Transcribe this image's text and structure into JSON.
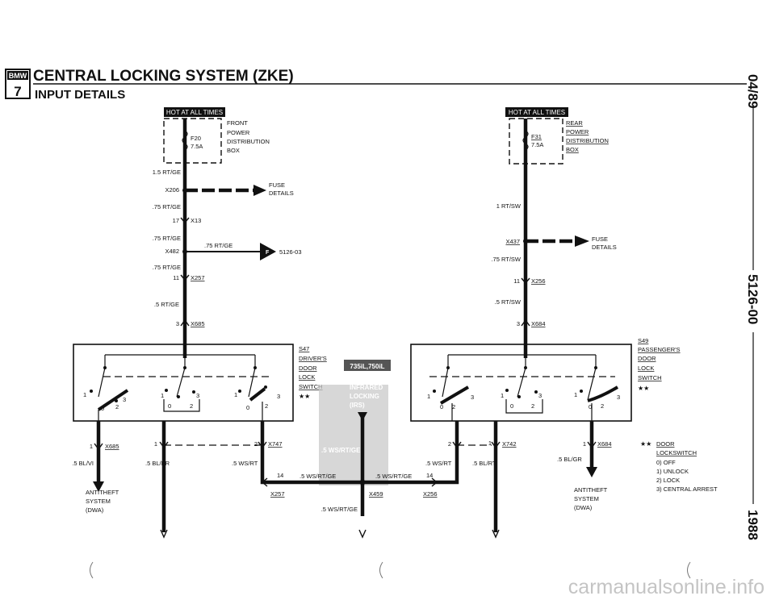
{
  "header": {
    "logo_top": "BMW",
    "logo_bottom": "7",
    "title": "CENTRAL LOCKING SYSTEM (ZKE)",
    "subtitle": "INPUT DETAILS"
  },
  "side": {
    "date": "04/89",
    "code": "5126-00",
    "year": "1988"
  },
  "left_supply": {
    "hot": "HOT AT ALL TIMES",
    "box": [
      "FRONT",
      "POWER",
      "DISTRIBUTION",
      "BOX"
    ],
    "fuse_id": "F20",
    "fuse_amp": "7.5A",
    "w1": "1.5 RT/GE",
    "conn_x206": "X206",
    "fuse_details": [
      "FUSE",
      "DETAILS"
    ],
    "w2": ".75 RT/GE",
    "pin17": "17",
    "conn_x13": "X13",
    "w3": ".75 RT/GE",
    "conn_x482": "X482",
    "w3b": ".75 RT/GE",
    "ref": "5126-03",
    "ref_badge": "F",
    "w4": ".75 RT/GE",
    "pin11": "11",
    "conn_x257": "X257",
    "w5": ".5 RT/GE",
    "pin3": "3",
    "conn_x685": "X685"
  },
  "right_supply": {
    "hot": "HOT AT ALL TIMES",
    "box": [
      "REAR",
      "POWER",
      "DISTRIBUTION",
      "BOX"
    ],
    "fuse_id": "F31",
    "fuse_amp": "7.5A",
    "w1": "1 RT/SW",
    "conn_x437": "X437",
    "fuse_details": [
      "FUSE",
      "DETAILS"
    ],
    "w2": ".75 RT/SW",
    "pin11": "11",
    "conn_x256": "X256",
    "w3": ".5 RT/SW",
    "pin3": "3",
    "conn_x684": "X684"
  },
  "s47": {
    "label": [
      "S47",
      "DRIVER'S",
      "DOOR",
      "LOCK",
      "SWITCH",
      "★★"
    ]
  },
  "s49": {
    "label": [
      "S49",
      "PASSENGER'S",
      "DOOR",
      "LOCK",
      "SWITCH",
      "★★"
    ]
  },
  "switch_nums": {
    "one": "1",
    "two": "2",
    "three": "3",
    "zero": "0"
  },
  "irs": {
    "header": "735iL,750iL",
    "label": [
      "INFRARED",
      "LOCKING",
      "(IRS)"
    ],
    "wire": ".5 WS/RT/GE"
  },
  "left_bottom": {
    "pin1a": "1",
    "conn_x685": "X685",
    "w_blvi": ".5 BL/VI",
    "pin1b": "1",
    "w_blbr": ".5 BL/BR",
    "pin2": "2",
    "conn_x747": "X747",
    "w_wsrt": ".5 WS/RT",
    "pin14": "14",
    "w_wsrtge": ".5 WS/RT/GE",
    "conn_x257": "X257",
    "antitheft": [
      "ANTITHEFT",
      "SYSTEM",
      "(DWA)"
    ]
  },
  "center_bottom": {
    "conn_x459": "X459",
    "w_bottom": ".5 WS/RT/GE"
  },
  "right_bottom": {
    "w_wsrtge": ".5 WS/RT/GE",
    "pin14": "14",
    "conn_x256": "X256",
    "pin2": "2",
    "w_wsrt": ".5 WS/RT",
    "w_blrt": ".5 BL/RT",
    "pin1a": "1",
    "conn_x742": "X742",
    "pin1b": "1",
    "conn_x684": "X684",
    "w_blgr": ".5 BL/GR",
    "antitheft": [
      "ANTITHEFT",
      "SYSTEM",
      "(DWA)"
    ]
  },
  "door_legend": {
    "stars": "★★",
    "title": [
      "DOOR",
      "LOCKSWITCH"
    ],
    "items": [
      "0) OFF",
      "1) UNLOCK",
      "2) LOCK",
      "3) CENTRAL ARREST"
    ]
  },
  "watermark": "carmanualsonline.info"
}
